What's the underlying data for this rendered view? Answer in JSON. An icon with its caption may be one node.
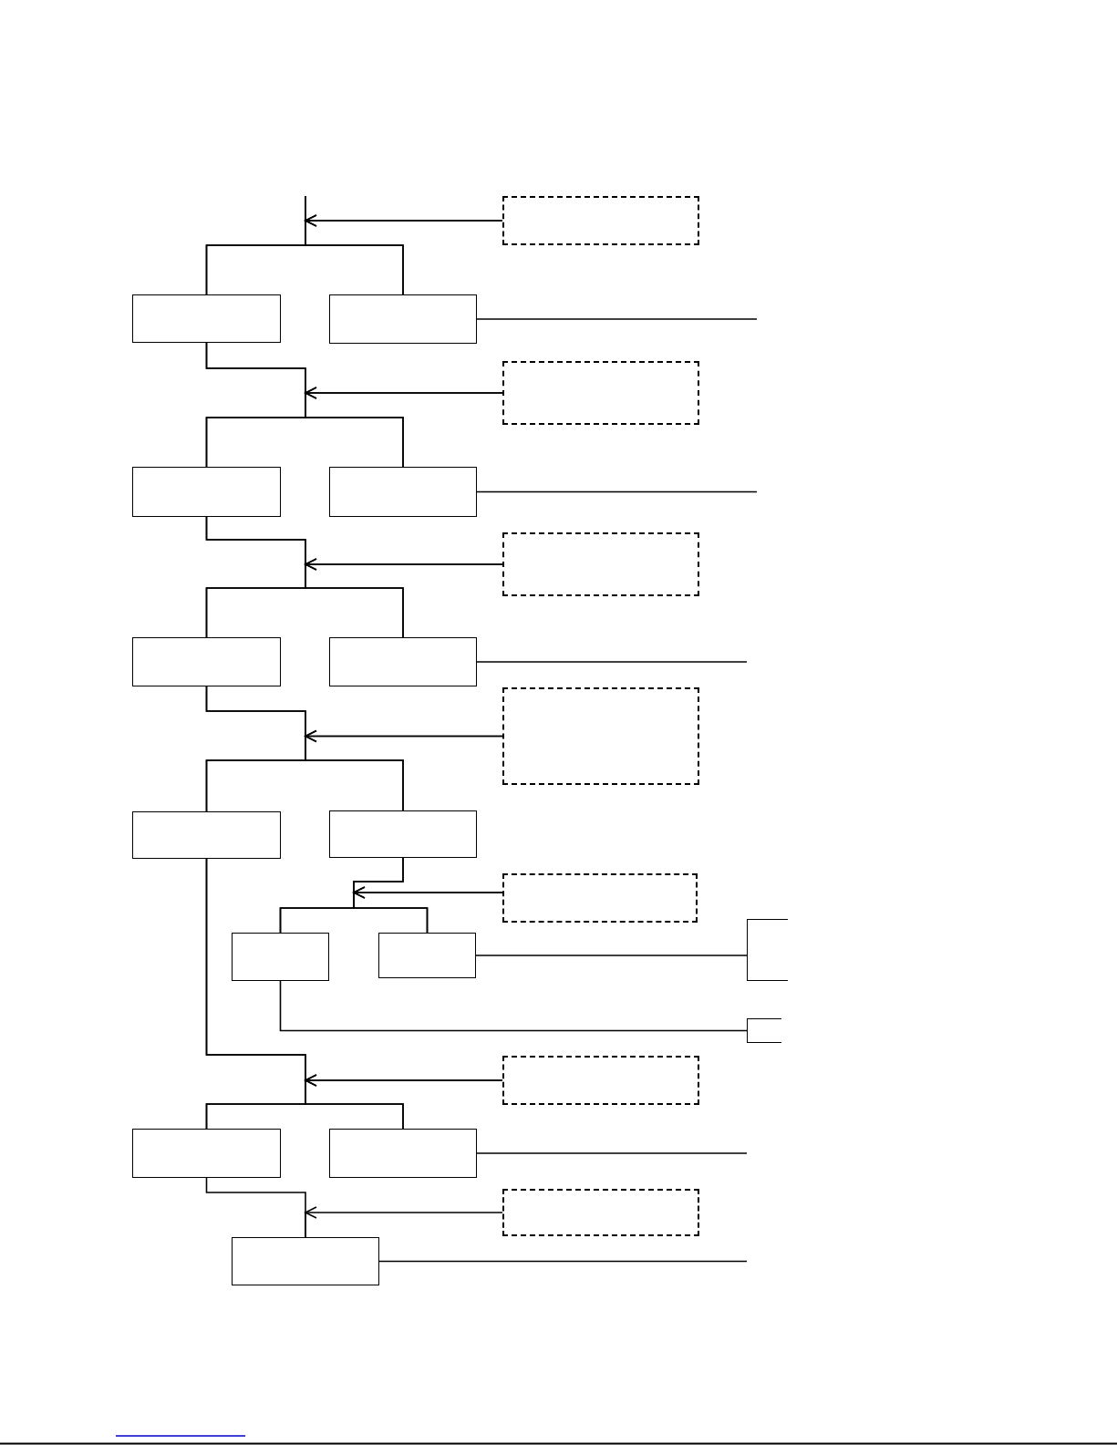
{
  "diagram": {
    "nodes": [
      {
        "text": [],
        "shape": "box"
      },
      {
        "text": [],
        "shape": "box"
      },
      {
        "text": [],
        "shape": "box"
      },
      {
        "text": [],
        "shape": "box"
      },
      {
        "text": [],
        "shape": "box"
      },
      {
        "text": [],
        "shape": "box"
      },
      {
        "text": [],
        "shape": "box"
      },
      {
        "text": [],
        "shape": "box"
      },
      {
        "text": [],
        "shape": "box"
      },
      {
        "text": [],
        "shape": "box"
      },
      {
        "text": [],
        "shape": "box"
      },
      {
        "text": [],
        "shape": "box"
      },
      {
        "text": [],
        "shape": "box"
      },
      {
        "text": [],
        "shape": "box"
      },
      {
        "text": [],
        "shape": "box"
      },
      {
        "text": [],
        "shape": "box"
      },
      {
        "text": [],
        "shape": "box"
      },
      {
        "text": [],
        "shape": "box"
      },
      {
        "text": [],
        "shape": "box"
      },
      {
        "text": [],
        "shape": "box"
      },
      {
        "text": [],
        "shape": "box"
      },
      {
        "text": [],
        "shape": "box"
      }
    ],
    "edges": [
      {
        "from": null,
        "to": 1,
        "arrow": "none"
      },
      {
        "from": null,
        "to": 2,
        "arrow": "none"
      },
      {
        "from": 0,
        "to": 1,
        "arrow": "to"
      },
      {
        "from": 0,
        "to": 2,
        "arrow": "to"
      },
      {
        "from": 2,
        "to": null,
        "arrow": "none"
      },
      {
        "from": 1,
        "to": 4,
        "arrow": "none"
      },
      {
        "from": 1,
        "to": 5,
        "arrow": "none"
      },
      {
        "from": 3,
        "to": 4,
        "arrow": "to"
      },
      {
        "from": 3,
        "to": 5,
        "arrow": "to"
      },
      {
        "from": 5,
        "to": null,
        "arrow": "none"
      },
      {
        "from": 4,
        "to": 7,
        "arrow": "none"
      },
      {
        "from": 4,
        "to": 8,
        "arrow": "none"
      },
      {
        "from": 6,
        "to": 7,
        "arrow": "to"
      },
      {
        "from": 6,
        "to": 8,
        "arrow": "to"
      },
      {
        "from": 8,
        "to": null,
        "arrow": "none"
      },
      {
        "from": 7,
        "to": 10,
        "arrow": "none"
      },
      {
        "from": 7,
        "to": 11,
        "arrow": "none"
      },
      {
        "from": 9,
        "to": 10,
        "arrow": "to"
      },
      {
        "from": 9,
        "to": 11,
        "arrow": "to"
      },
      {
        "from": 11,
        "to": 13,
        "arrow": "none"
      },
      {
        "from": 11,
        "to": 14,
        "arrow": "none"
      },
      {
        "from": 12,
        "to": 13,
        "arrow": "to"
      },
      {
        "from": 12,
        "to": 14,
        "arrow": "to"
      },
      {
        "from": 14,
        "to": 15,
        "arrow": "none"
      },
      {
        "from": 13,
        "to": 16,
        "arrow": "none"
      },
      {
        "from": 10,
        "to": 18,
        "arrow": "none"
      },
      {
        "from": 10,
        "to": 19,
        "arrow": "none"
      },
      {
        "from": 17,
        "to": 18,
        "arrow": "to"
      },
      {
        "from": 17,
        "to": 19,
        "arrow": "to"
      },
      {
        "from": 19,
        "to": null,
        "arrow": "none"
      },
      {
        "from": 18,
        "to": 21,
        "arrow": "none"
      },
      {
        "from": 20,
        "to": 21,
        "arrow": "to"
      },
      {
        "from": 21,
        "to": null,
        "arrow": "none"
      }
    ]
  }
}
